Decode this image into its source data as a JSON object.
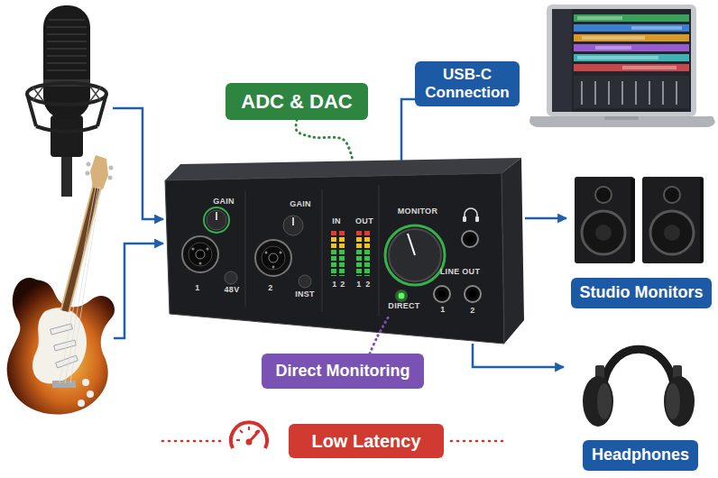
{
  "diagram": {
    "nodes": [
      {
        "text": [
          "ADC & DAC"
        ]
      },
      {
        "text": [
          "USB-C Connection"
        ]
      },
      {
        "text": [
          "GAIN",
          "1",
          "48V",
          "GAIN",
          "2",
          "INST",
          "IN",
          "OUT",
          "1",
          "2",
          "1",
          "2",
          "MONITOR",
          "DIRECT",
          "LINE OUT",
          "1",
          "2"
        ]
      },
      {
        "text": [
          "Studio Monitors"
        ]
      },
      {
        "text": [
          "Direct Monitoring"
        ]
      },
      {
        "text": [
          "Headphones"
        ]
      },
      {
        "text": [
          "Low Latency"
        ]
      }
    ],
    "edges": [
      {
        "from": 0,
        "to": 2,
        "arrow": "none"
      },
      {
        "from": 1,
        "to": 2,
        "arrow": "none"
      },
      {
        "from": 2,
        "to": 3,
        "arrow": "to"
      },
      {
        "from": 4,
        "to": 2,
        "arrow": "none"
      },
      {
        "from": 2,
        "to": 5,
        "arrow": "to"
      }
    ]
  }
}
